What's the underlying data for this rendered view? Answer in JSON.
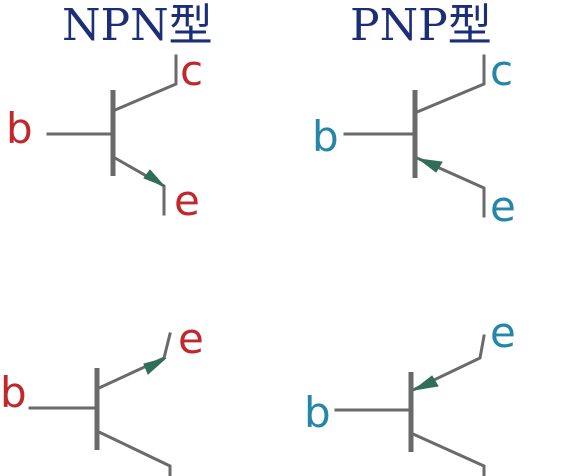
{
  "titles": {
    "npn": "NPN型",
    "pnp": "PNP型"
  },
  "pin_labels": {
    "base": "b",
    "collector": "c",
    "emitter": "e"
  },
  "colors": {
    "title": "#1c2e78",
    "npn_labels": "#c0282c",
    "pnp_labels": "#2486a8",
    "wire": "#6a6a6a",
    "arrow": "#2e6e5a"
  }
}
